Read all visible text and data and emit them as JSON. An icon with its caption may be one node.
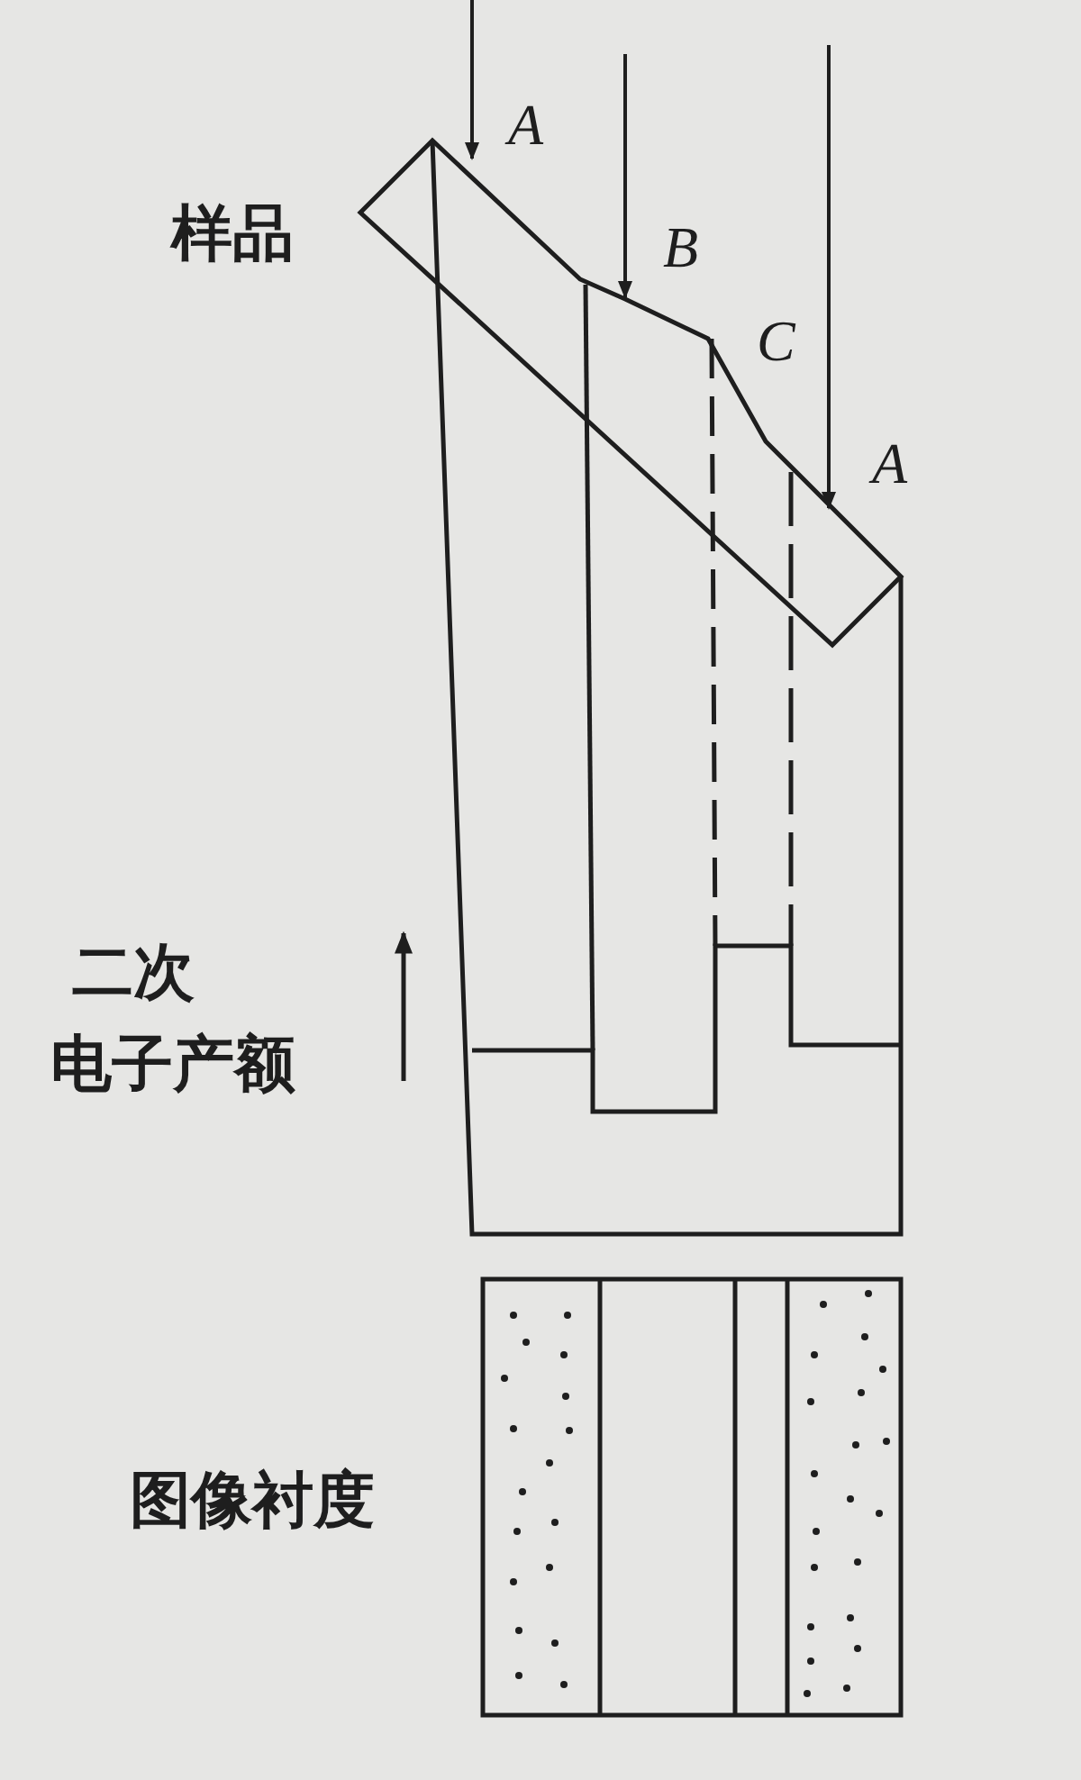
{
  "diagram": {
    "labels": [
      "A",
      "样品",
      "B",
      "C",
      "A",
      "二次电子产额",
      "图像衬度"
    ]
  }
}
